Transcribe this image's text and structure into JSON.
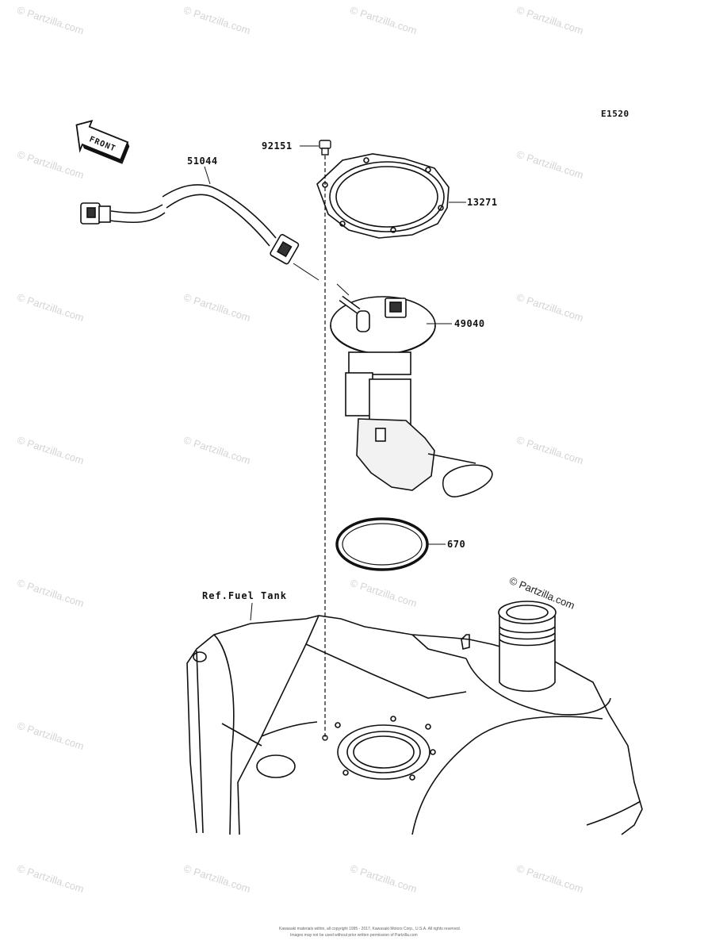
{
  "diagram_code": "E1520",
  "front_label": "FRONT",
  "parts": [
    {
      "number": "51044",
      "name": "hose"
    },
    {
      "number": "92151",
      "name": "bolt"
    },
    {
      "number": "13271",
      "name": "plate-gasket"
    },
    {
      "number": "49040",
      "name": "fuel-pump"
    },
    {
      "number": "670",
      "name": "o-ring"
    }
  ],
  "reference": "Ref.Fuel Tank",
  "watermark": "© Partzilla.com",
  "copyright_line1": "Kawasaki materials within, all copyright 1995 - 2017, Kawasaki Motors Corp., U.S.A. All rights reserved.",
  "copyright_line2": "Images may not be used without prior written permission of Partzilla.com"
}
